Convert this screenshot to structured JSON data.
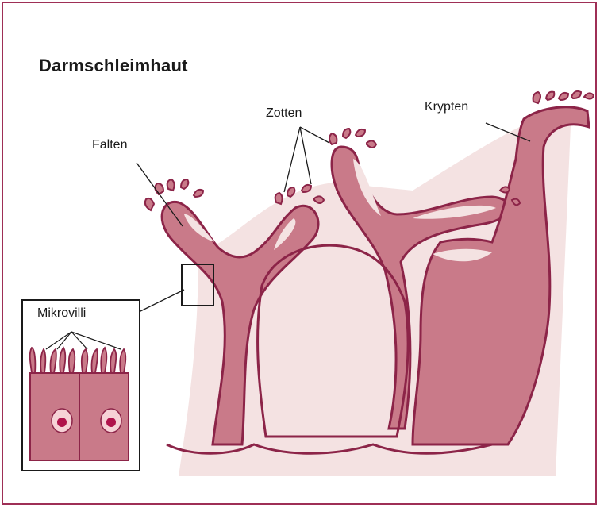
{
  "figure": {
    "title": "Darmschleimhaut",
    "labels": {
      "falten": "Falten",
      "zotten": "Zotten",
      "krypten": "Krypten",
      "mikrovilli": "Mikrovilli"
    },
    "colors": {
      "border": "#9e2f56",
      "tissue_fill": "#c97a89",
      "tissue_stroke": "#8c2448",
      "background_tissue": "#f4e2e2",
      "nucleus_outer": "#f6d2d6",
      "nucleus_inner": "#b0134b",
      "text": "#1a1a1a"
    }
  }
}
